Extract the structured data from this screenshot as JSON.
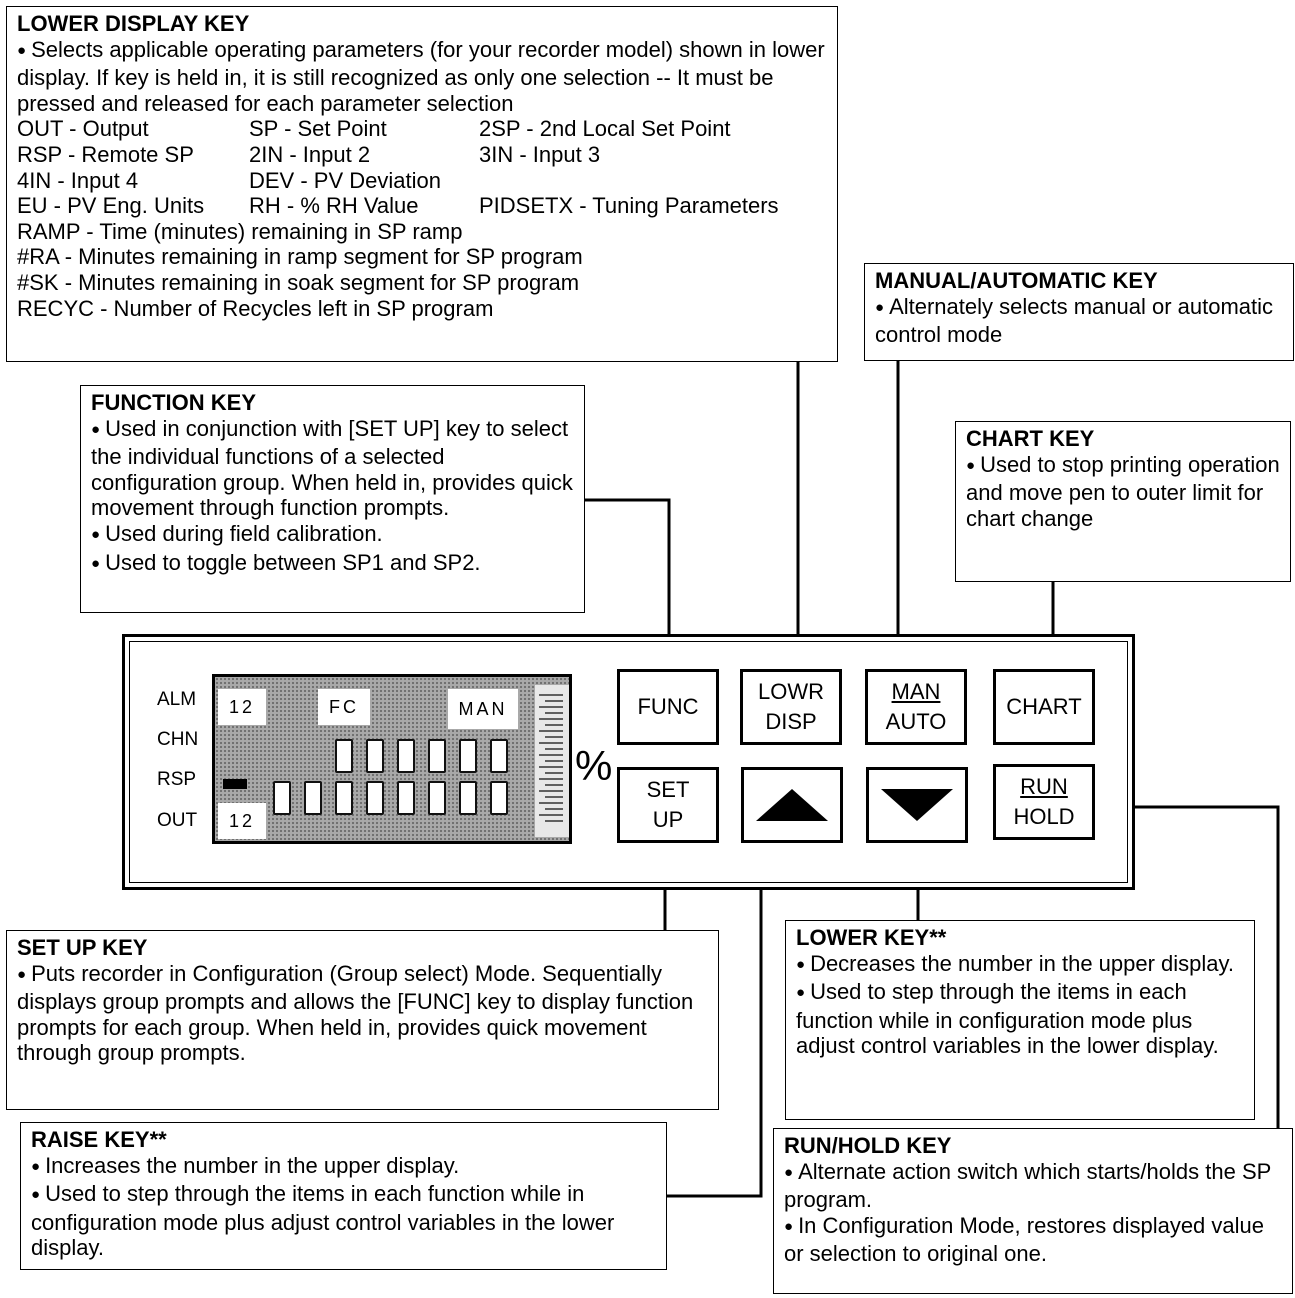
{
  "lower_display_key": {
    "title": "LOWER DISPLAY KEY",
    "desc": "Selects applicable operating parameters (for your recorder model) shown in lower display. If key is held in, it is still recognized as only one selection -- It must be pressed and released for each parameter selection",
    "params": [
      "OUT - Output",
      "SP - Set Point",
      "2SP - 2nd Local Set Point",
      "RSP - Remote SP",
      "2IN - Input 2",
      "3IN - Input 3",
      "4IN - Input 4",
      "DEV - PV Deviation",
      "",
      "EU - PV Eng. Units",
      "RH - % RH Value",
      "PIDSETX - Tuning Parameters"
    ],
    "lines": [
      "RAMP - Time (minutes) remaining in SP ramp",
      "#RA - Minutes remaining in ramp segment for SP program",
      "#SK - Minutes remaining in soak segment for SP program",
      "RECYC - Number of Recycles left in SP program"
    ]
  },
  "manual_auto_key": {
    "title": "MANUAL/AUTOMATIC KEY",
    "desc": "Alternately selects manual or automatic control mode"
  },
  "function_key": {
    "title": "FUNCTION KEY",
    "bullets": [
      "Used in conjunction with [SET UP] key to select the individual functions of a selected configuration group.  When held in, provides quick movement through function prompts.",
      "Used during field calibration.",
      "Used to toggle between SP1 and SP2."
    ]
  },
  "chart_key": {
    "title": "CHART KEY",
    "desc": "Used to stop printing operation and move pen to outer limit for chart change"
  },
  "setup_key": {
    "title": "SET UP KEY",
    "desc": "Puts recorder in Configuration (Group select) Mode. Sequentially displays group prompts and allows the [FUNC] key to display function prompts for each group. When held in, provides quick movement through group prompts."
  },
  "lower_key": {
    "title": "LOWER KEY**",
    "bullets": [
      "Decreases the number in the upper display.",
      "Used to step through the items in each function while in configuration mode plus adjust control variables in the lower display."
    ]
  },
  "raise_key": {
    "title": "RAISE KEY**",
    "bullets": [
      "Increases the number in the upper display.",
      "Used to step through the items in each function while in configuration mode plus adjust control variables in the lower display."
    ]
  },
  "run_hold_key": {
    "title": "RUN/HOLD KEY",
    "bullets": [
      "Alternate action switch which starts/holds the SP program.",
      "In Configuration Mode, restores displayed value or selection to original one."
    ]
  },
  "panel": {
    "indicators": [
      "ALM",
      "CHN",
      "RSP",
      "OUT"
    ],
    "display": {
      "upper_num": "12",
      "lower_num": "12",
      "fc": "FC",
      "man": "MAN",
      "percent": "%"
    },
    "keys": {
      "func": "FUNC",
      "lowr_disp": [
        "LOWR",
        "DISP"
      ],
      "man_auto": [
        "MAN",
        "AUTO"
      ],
      "chart": "CHART",
      "set_up": [
        "SET",
        "UP"
      ],
      "run_hold": [
        "RUN",
        "HOLD"
      ]
    }
  }
}
